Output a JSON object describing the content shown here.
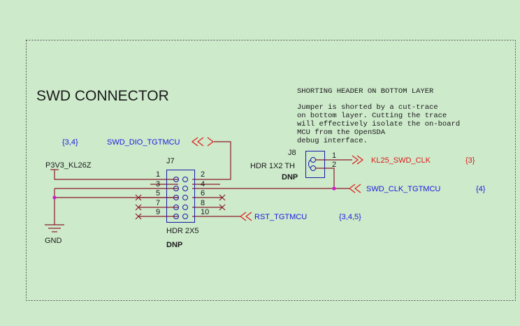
{
  "colors": {
    "background": "#cdeacb",
    "wire": "#8b1a2a",
    "component": "#1a1aa6",
    "net_blue": "#1a1ae0",
    "net_red": "#e01a1a",
    "text": "#1a1a1a",
    "node": "#d01ad0",
    "border": "#555555"
  },
  "title": "SWD CONNECTOR",
  "note": {
    "heading": "SHORTING HEADER ON BOTTOM LAYER",
    "lines": [
      "Jumper is shorted by a cut-trace",
      "on bottom layer. Cutting the trace",
      "will effectively isolate the on-board",
      "MCU from the OpenSDA",
      "debug interface."
    ]
  },
  "j7": {
    "ref": "J7",
    "value": "HDR 2X5",
    "dnp": "DNP",
    "pins_left": [
      "1",
      "3",
      "5",
      "7",
      "9"
    ],
    "pins_right": [
      "2",
      "4",
      "6",
      "8",
      "10"
    ]
  },
  "j8": {
    "ref": "J8",
    "value": "HDR 1X2 TH",
    "dnp": "DNP",
    "pins": [
      "1",
      "2"
    ]
  },
  "nets": {
    "swd_dio": {
      "name": "SWD_DIO_TGTMCU",
      "ref": "{3,4}"
    },
    "p3v3": {
      "name": "P3V3_KL26Z"
    },
    "gnd": {
      "name": "GND"
    },
    "kl25_clk": {
      "name": "KL25_SWD_CLK",
      "ref": "{3}"
    },
    "swd_clk": {
      "name": "SWD_CLK_TGTMCU",
      "ref": "{4}"
    },
    "rst": {
      "name": "RST_TGTMCU",
      "ref": "{3,4,5}"
    }
  }
}
